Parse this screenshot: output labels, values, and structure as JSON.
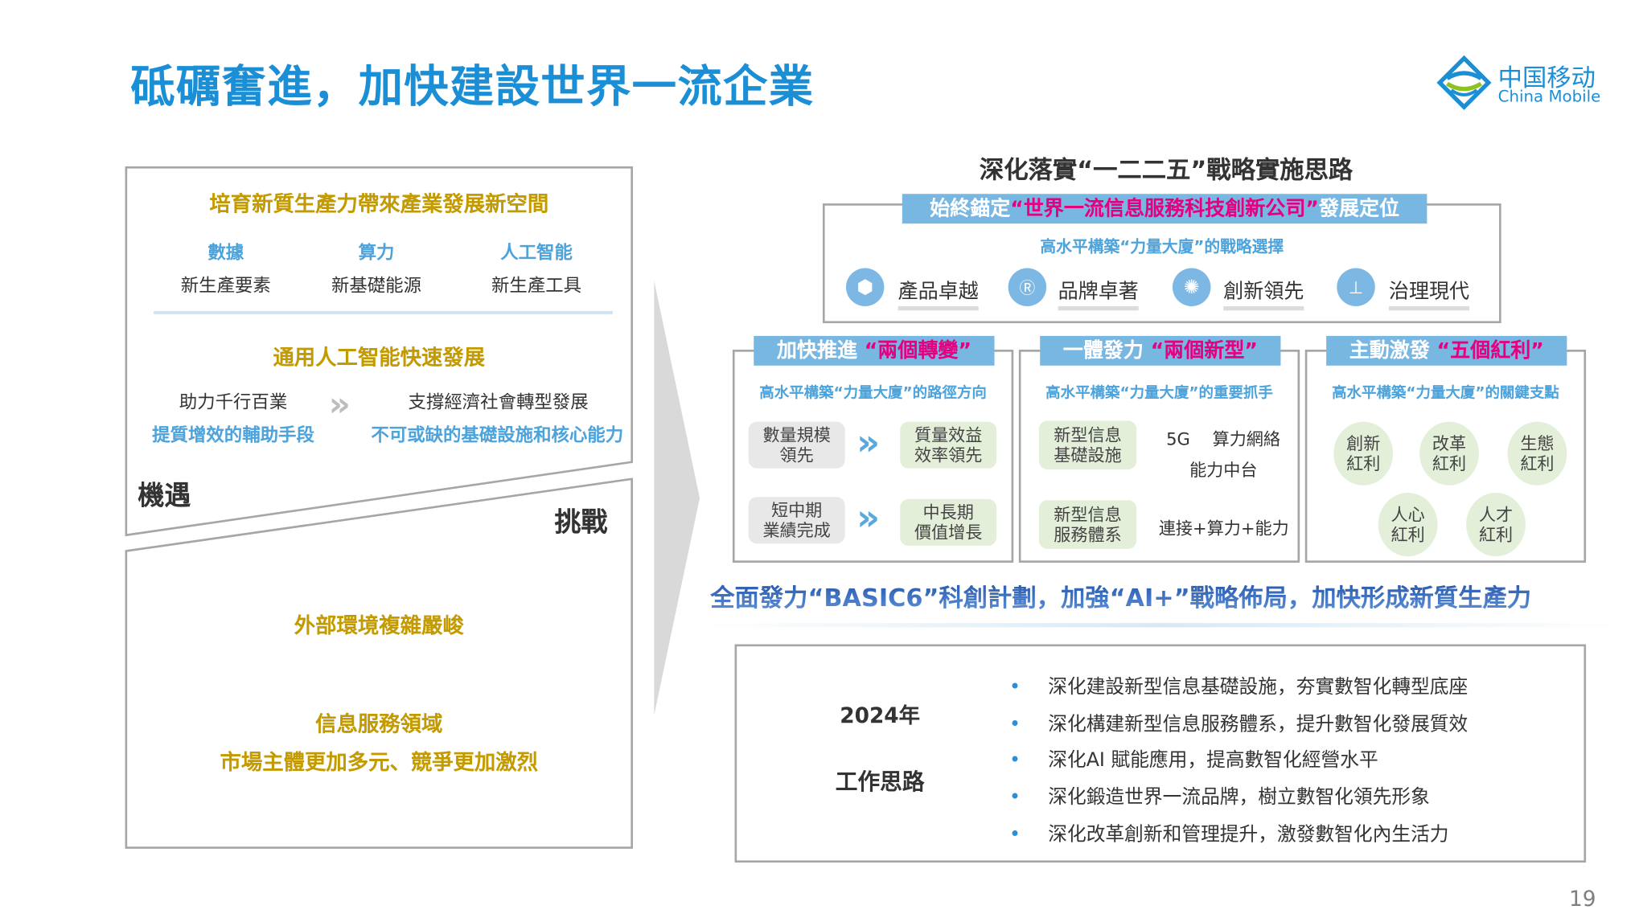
{
  "title": "砥礪奮進，加快建設世界一流企業",
  "logo": {
    "cn": "中国移动",
    "en": "China Mobile",
    "colors": {
      "blue": "#1a8fd6",
      "green": "#8dc21f"
    }
  },
  "left": {
    "heading1": "培育新質生產力帶來產業發展新空間",
    "pillars": [
      {
        "k": "數據",
        "v": "新生產要素"
      },
      {
        "k": "算力",
        "v": "新基礎能源"
      },
      {
        "k": "人工智能",
        "v": "新生產工具"
      }
    ],
    "heading2": "通用人工智能快速發展",
    "from": {
      "top": "助力千行百業",
      "bottom": "提質增效的輔助手段"
    },
    "to": {
      "top": "支撐經濟社會轉型發展",
      "bottom": "不可或缺的基礎設施和核心能力"
    },
    "opportunity": "機遇",
    "challenge": "挑戰",
    "challenge1": "外部環境複雜嚴峻",
    "challenge2a": "信息服務領域",
    "challenge2b": "市場主體更加多元、競爭更加激烈"
  },
  "right": {
    "title": "深化落實“一二二五”戰略實施思路",
    "top": {
      "bar_pre": "始終錨定",
      "bar_mid": "“世界一流信息服務科技創新公司”",
      "bar_post": "發展定位",
      "sub": "高水平構築“力量大廈”的戰略選擇",
      "items": [
        {
          "icon": "cube-icon",
          "label": "產品卓越"
        },
        {
          "icon": "registered-icon",
          "label": "品牌卓著"
        },
        {
          "icon": "lightbulb-icon",
          "label": "創新領先"
        },
        {
          "icon": "org-chart-icon",
          "label": "治理現代"
        }
      ]
    },
    "cols": [
      {
        "pre": "加快推進",
        "mid": "“兩個轉變”",
        "sub": "高水平構築“力量大廈”的路徑方向",
        "rows": [
          {
            "from": "數量規模\n領先",
            "to": "質量效益\n效率領先"
          },
          {
            "from": "短中期\n業績完成",
            "to": "中長期\n價值增長"
          }
        ]
      },
      {
        "pre": "一體發力",
        "mid": "“兩個新型”",
        "sub": "高水平構築“力量大廈”的重要抓手",
        "rows": [
          {
            "box": "新型信息\n基礎設施",
            "t1": "5G　 算力網絡",
            "t2": "能力中台"
          },
          {
            "box": "新型信息\n服務體系",
            "t1": "連接+算力+能力"
          }
        ]
      },
      {
        "pre": "主動激發",
        "mid": "“五個紅利”",
        "sub": "高水平構築“力量大廈”的關鍵支點",
        "circles": [
          "創新\n紅利",
          "改革\n紅利",
          "生態\n紅利",
          "人心\n紅利",
          "人才\n紅利"
        ]
      }
    ],
    "banner": "全面發力“BASIC6”科創計劃，加強“AI+”戰略佈局，加快形成新質生產力",
    "work": {
      "year": "2024年",
      "label": "工作思路",
      "items": [
        "深化建設新型信息基礎設施，夯實數智化轉型底座",
        "深化構建新型信息服務體系，提升數智化發展質效",
        "深化AI 賦能應用，提高數智化經營水平",
        "深化鍛造世界一流品牌，樹立數智化領先形象",
        "深化改革創新和管理提升，激發數智化內生活力"
      ]
    }
  },
  "page_number": "19"
}
